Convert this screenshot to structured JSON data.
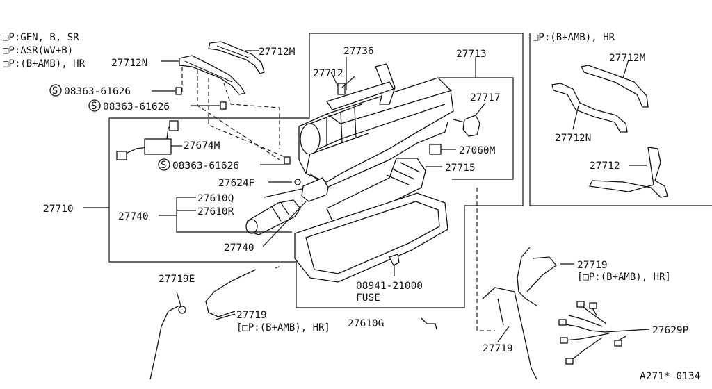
{
  "notes": {
    "left_1": "□P:GEN, B, SR",
    "left_2": "□P:ASR(WV+B)",
    "left_3": "□P:(B+AMB), HR",
    "right_1": "□P:(B+AMB), HR"
  },
  "labels": {
    "p27712N": "27712N",
    "p27712M": "27712M",
    "s1": "08363-61626",
    "s2": "08363-61626",
    "s3": "08363-61626",
    "p27736": "27736",
    "p27712": "27712",
    "p27713": "27713",
    "p27717": "27717",
    "p27674M": "27674M",
    "p27060M": "27060M",
    "p27715": "27715",
    "p27624F": "27624F",
    "p27610Q": "27610Q",
    "p27610R": "27610R",
    "p27710": "27710",
    "p27740a": "27740",
    "p27740b": "27740",
    "p27719E": "27719E",
    "p27719a": "27719",
    "p27719a_note": "[□P:(B+AMB), HR]",
    "p08941": "08941-21000",
    "fuse": "FUSE",
    "p27610G": "27610G",
    "p27719b": "27719",
    "p27719b_note": "[□P:(B+AMB), HR]",
    "p27719c": "27719",
    "p27629P": "27629P",
    "r27712M": "27712M",
    "r27712N": "27712N",
    "r27712": "27712",
    "s_symbol": "S"
  },
  "footer": {
    "code": "A271* 0134"
  }
}
